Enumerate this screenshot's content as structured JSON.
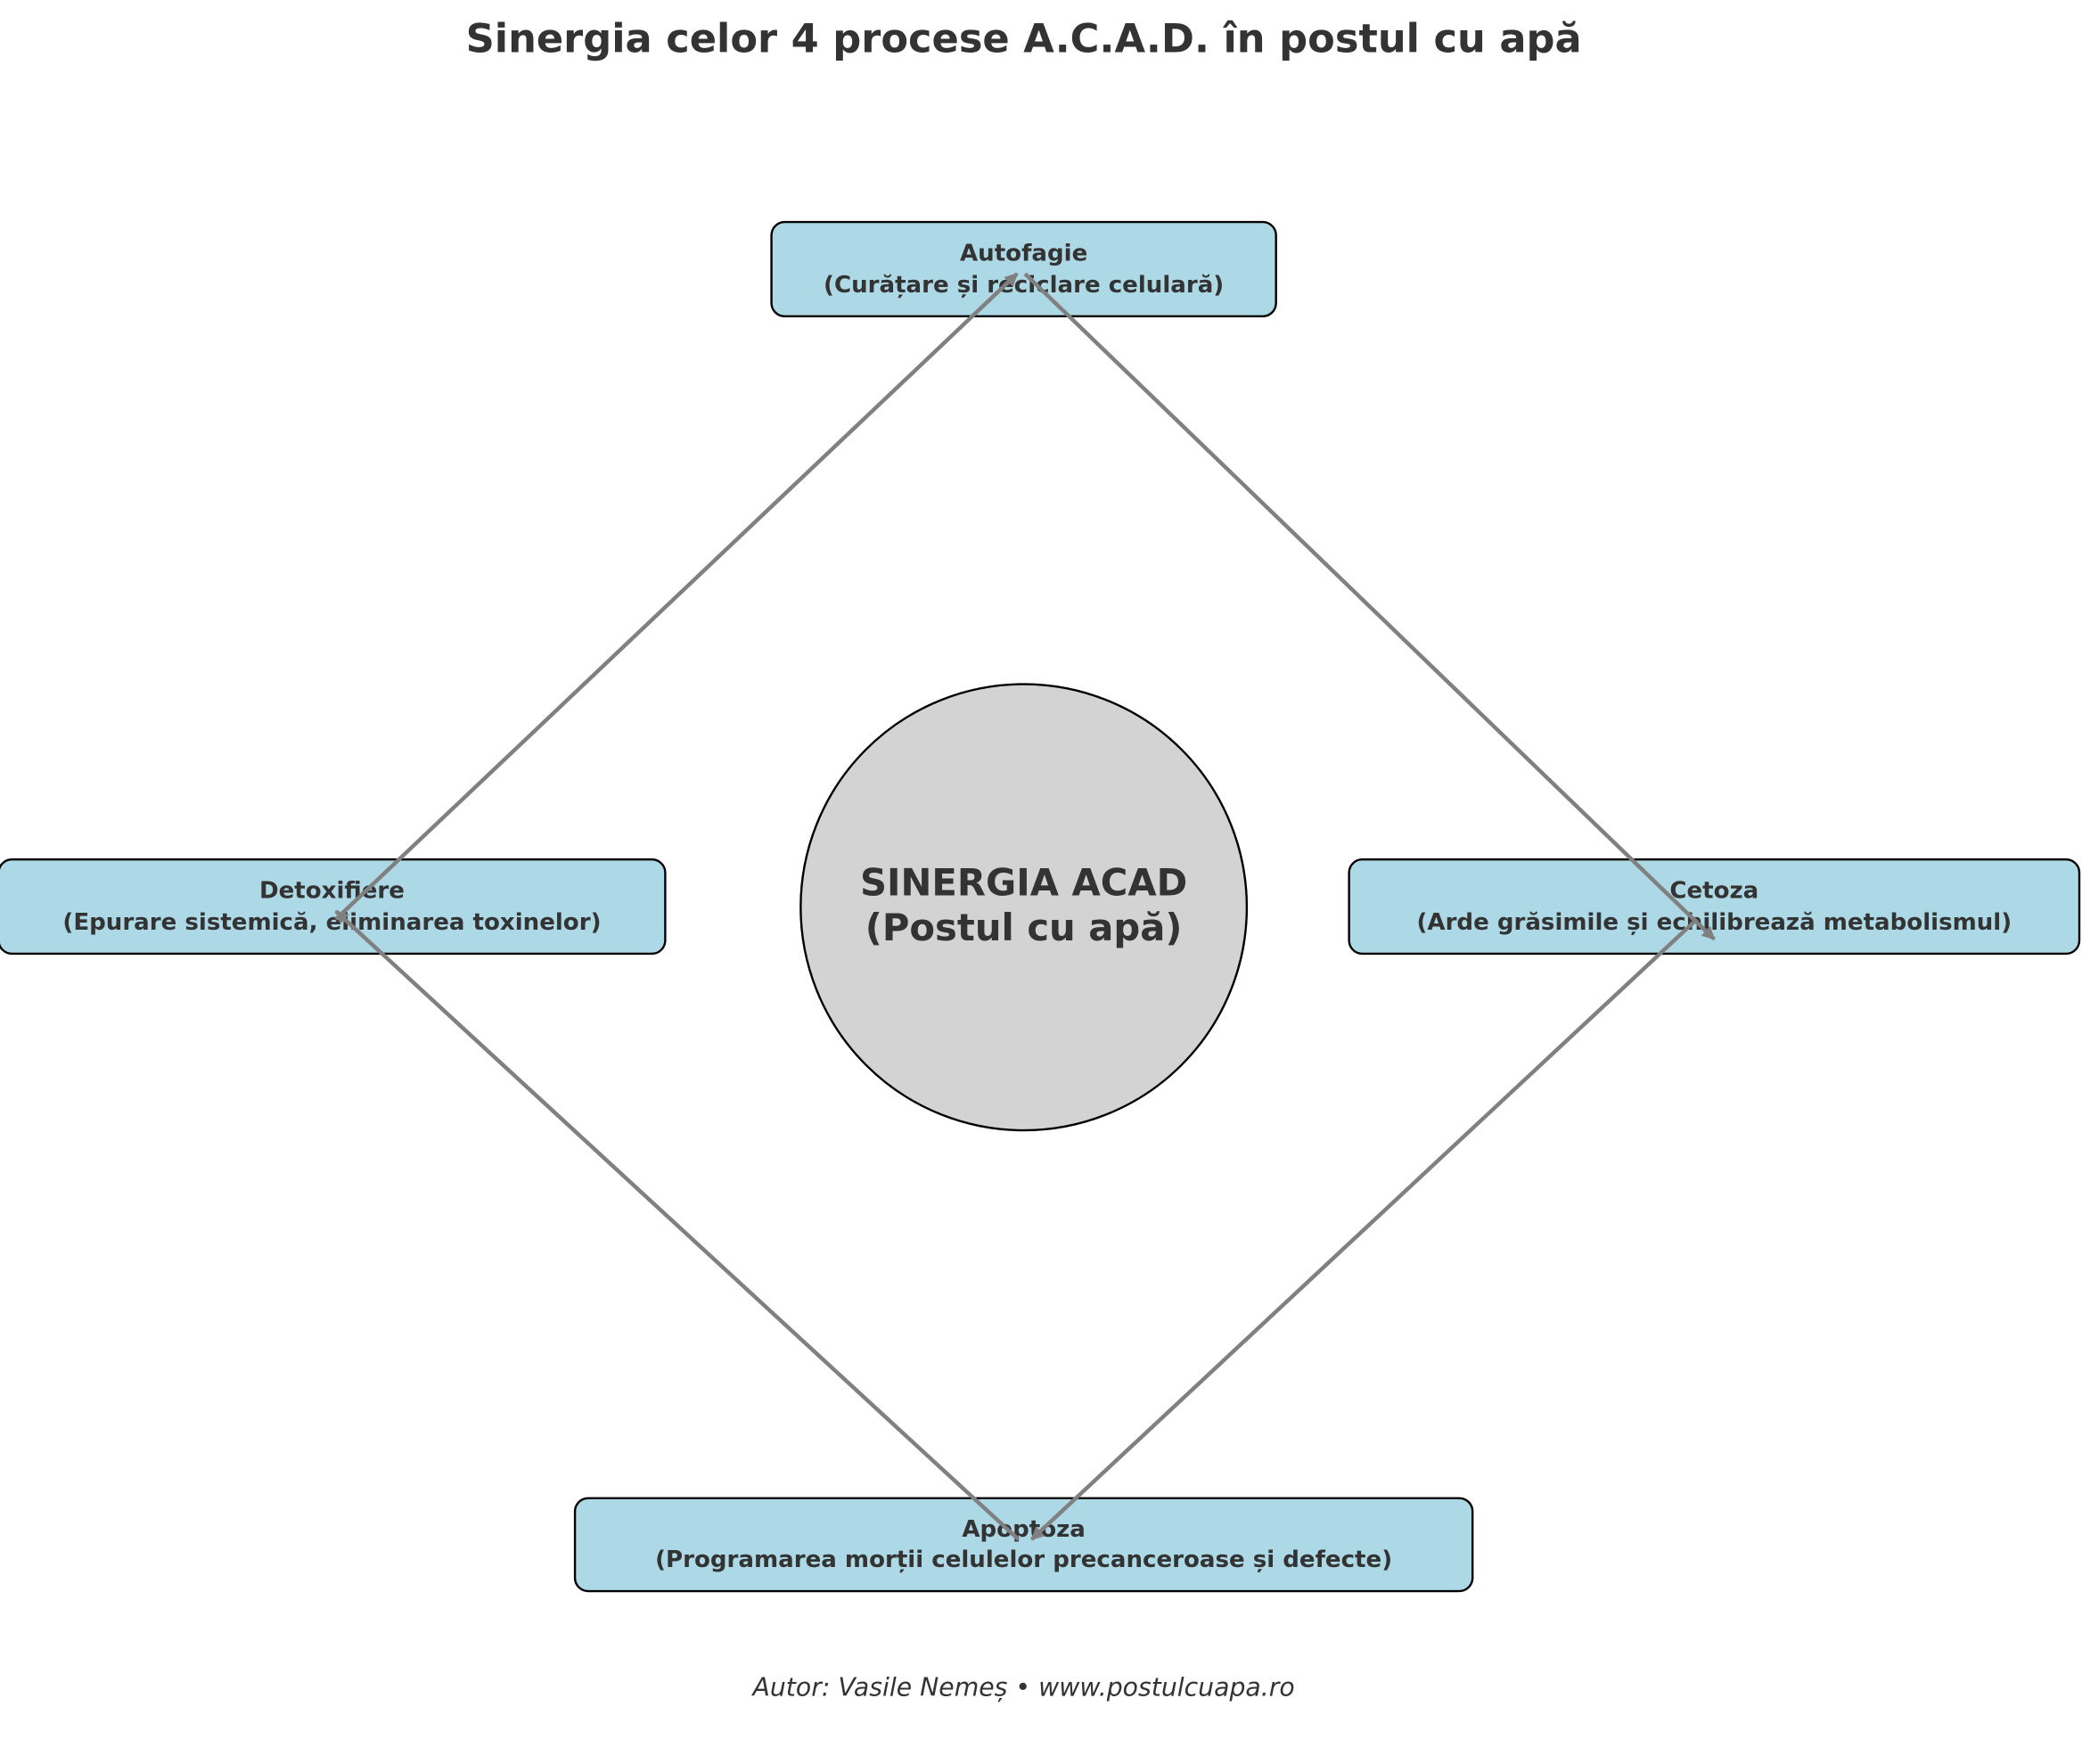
{
  "title": "Sinergia celor 4 procese A.C.A.D. în postul cu apă",
  "center": {
    "line1": "SINERGIA ACAD",
    "line2": "(Postul cu apă)",
    "fill": "#d3d3d3"
  },
  "nodes": [
    {
      "name": "Autofagie",
      "desc": "(Curățare și reciclare celulară)"
    },
    {
      "name": "Cetoza",
      "desc": "(Arde grăsimile și echilibrează metabolismul)"
    },
    {
      "name": "Apoptoza",
      "desc": "(Programarea morții celulelor precanceroase și defecte)"
    },
    {
      "name": "Detoxifiere",
      "desc": "(Epurare sistemică, eliminarea toxinelor)"
    }
  ],
  "edges": [
    {
      "from": "Detoxifiere",
      "to": "Autofagie"
    },
    {
      "from": "Autofagie",
      "to": "Cetoza"
    },
    {
      "from": "Cetoza",
      "to": "Apoptoza"
    },
    {
      "from": "Apoptoza",
      "to": "Detoxifiere"
    }
  ],
  "colors": {
    "node_fill": "#add8e6",
    "arrow": "#808080",
    "text": "#333333"
  },
  "footer": "Autor: Vasile Nemeș • www.postulcuapa.ro"
}
